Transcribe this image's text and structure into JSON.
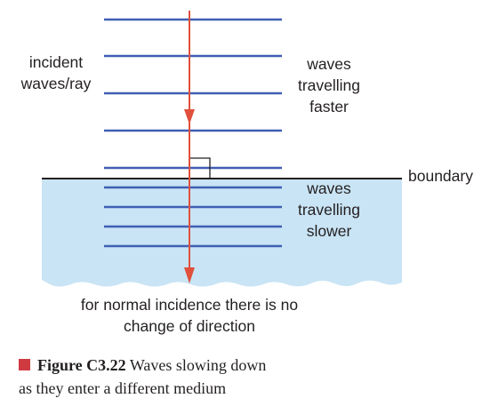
{
  "labels": {
    "incident": [
      "incident",
      "waves/ray"
    ],
    "faster": [
      "waves",
      "travelling",
      "faster"
    ],
    "boundary": "boundary",
    "slower": [
      "waves",
      "travelling",
      "slower"
    ],
    "note": [
      "for normal incidence there is no",
      "change of direction"
    ]
  },
  "caption": {
    "figure_id": "Figure C3.22",
    "text_line1": "Waves slowing down",
    "text_line2": "as they enter a different medium"
  },
  "colors": {
    "wavefront": "#3f5fb3",
    "ray": "#e0503c",
    "medium": "#c9e4f5",
    "boundary": "#231f20",
    "text": "#231f20",
    "caption_marker": "#cf3a40"
  }
}
